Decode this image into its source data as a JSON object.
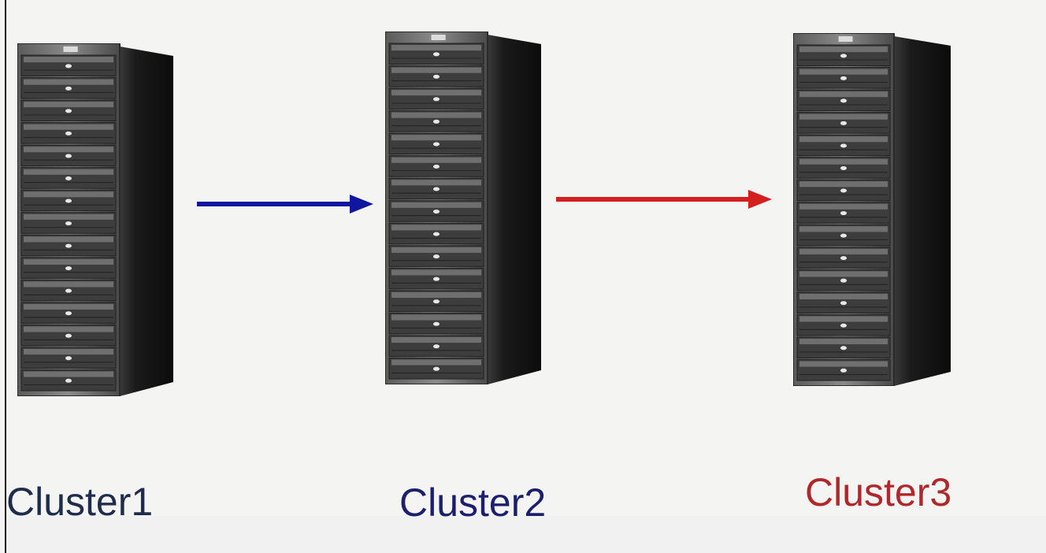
{
  "nodes": [
    {
      "label": "Cluster1",
      "color": "#1f2d4d"
    },
    {
      "label": "Cluster2",
      "color": "#1c1f6e"
    },
    {
      "label": "Cluster3",
      "color": "#b0282c"
    }
  ],
  "connections": [
    {
      "from": "Cluster1",
      "to": "Cluster2",
      "color": "#1016a0"
    },
    {
      "from": "Cluster2",
      "to": "Cluster3",
      "color": "#d51f1f"
    }
  ],
  "icons": {
    "server": "server-rack-icon",
    "arrow": "arrow-right-icon"
  }
}
